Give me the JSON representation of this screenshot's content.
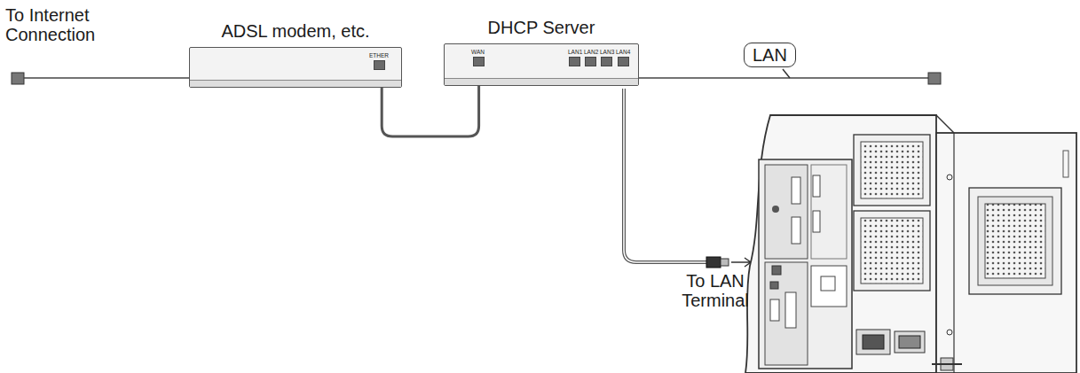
{
  "diagram": {
    "nodes": [
      {
        "text": [
          "ADSL modem, etc.",
          "ETHER"
        ]
      },
      {
        "text": [
          "DHCP Server",
          "WAN",
          "LAN1",
          "LAN2",
          "LAN3",
          "LAN4"
        ]
      }
    ],
    "edges": [
      {
        "from": 0,
        "to": 1,
        "arrow": "none"
      }
    ],
    "labels": [
      "To Internet Connection",
      "LAN",
      "To LAN Terminal"
    ]
  }
}
